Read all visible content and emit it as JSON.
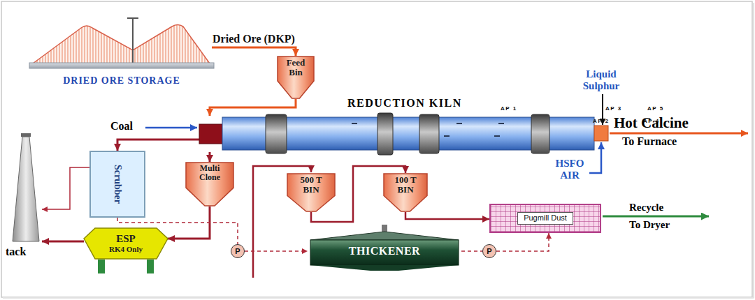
{
  "diagram": {
    "nodes": [
      {
        "text": [
          "DRIED ORE STORAGE"
        ]
      },
      {
        "text": [
          "Feed Bin"
        ]
      },
      {
        "text": [
          "REDUCTION KILN"
        ]
      },
      {
        "text": [
          "AP 1"
        ],
        "in": 2
      },
      {
        "text": [
          "AP 3"
        ],
        "in": 2
      },
      {
        "text": [
          "AP 5"
        ],
        "in": 2
      },
      {
        "text": [
          "AP 2"
        ],
        "in": 2
      },
      {
        "text": [
          "AP 4"
        ],
        "in": 2
      },
      {
        "text": [
          "Scrubber"
        ]
      },
      {
        "text": [
          "Multi Clone"
        ]
      },
      {
        "text": [
          "500 T BIN"
        ]
      },
      {
        "text": [
          "100 T BIN"
        ]
      },
      {
        "text": [
          "tack"
        ]
      },
      {
        "text": [
          "ESP",
          "RK4 Only"
        ]
      },
      {
        "text": [
          "P"
        ]
      },
      {
        "text": [
          "THICKENER"
        ]
      },
      {
        "text": [
          "P"
        ]
      },
      {
        "text": [
          "Pugmill Dust"
        ]
      }
    ],
    "edges": [
      {
        "from": 0,
        "to": 1,
        "arrow": "to",
        "label": "Dried Ore (DKP)"
      },
      {
        "from": 1,
        "to": 2,
        "arrow": "to"
      },
      {
        "from": 2,
        "to": 8,
        "arrow": "to"
      },
      {
        "from": 2,
        "to": 9,
        "arrow": "to"
      },
      {
        "from": 9,
        "to": 13,
        "arrow": "to"
      },
      {
        "from": 8,
        "to": 12,
        "arrow": "to"
      },
      {
        "from": 13,
        "to": 12,
        "arrow": "to"
      },
      {
        "from": 8,
        "to": 14,
        "arrow": "none"
      },
      {
        "from": 14,
        "to": 15,
        "arrow": "to"
      },
      {
        "from": 15,
        "to": 16,
        "arrow": "none"
      },
      {
        "from": 16,
        "to": 17,
        "arrow": "to"
      },
      {
        "from": 10,
        "to": 11,
        "arrow": "to"
      },
      {
        "from": 11,
        "to": 17,
        "arrow": "to"
      }
    ],
    "labels": [
      "Coal",
      "Liquid Sulphur",
      "Hot Calcine",
      "To Furnace",
      "HSFO AIR",
      "Recycle",
      "To Dryer"
    ]
  }
}
